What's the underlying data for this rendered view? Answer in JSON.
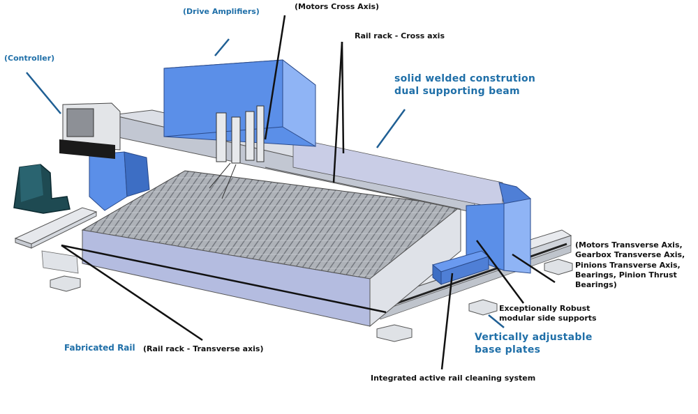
{
  "labels": {
    "drive_amplifiers": "(Drive Amplifiers)",
    "motors_cross_axis": "(Motors Cross Axis)",
    "rail_rack_cross": "Rail rack - Cross axis",
    "controller": "(Controller)",
    "solid_welded": "solid welded constrution\ndual supporting beam",
    "motors_transverse": "(Motors Transverse Axis,\nGearbox Transverse Axis,\nPinions Transverse Axis,\nBearings, Pinion Thrust\nBearings)",
    "modular_side_supports": "Exceptionally Robust\nmodular side supports",
    "base_plates": "Vertically adjustable\nbase plates",
    "fabricated_rail": "Fabricated Rail",
    "rail_rack_transverse": "(Rail rack - Transverse axis)",
    "rail_cleaning": "Integrated active rail cleaning system"
  },
  "colors": {
    "label_blue": "#1f6fa8",
    "label_dark": "#111111",
    "machine_blue": "#5b8fe8",
    "frame_grey": "#c9ced8",
    "bed_lavender": "#b4bce0"
  }
}
